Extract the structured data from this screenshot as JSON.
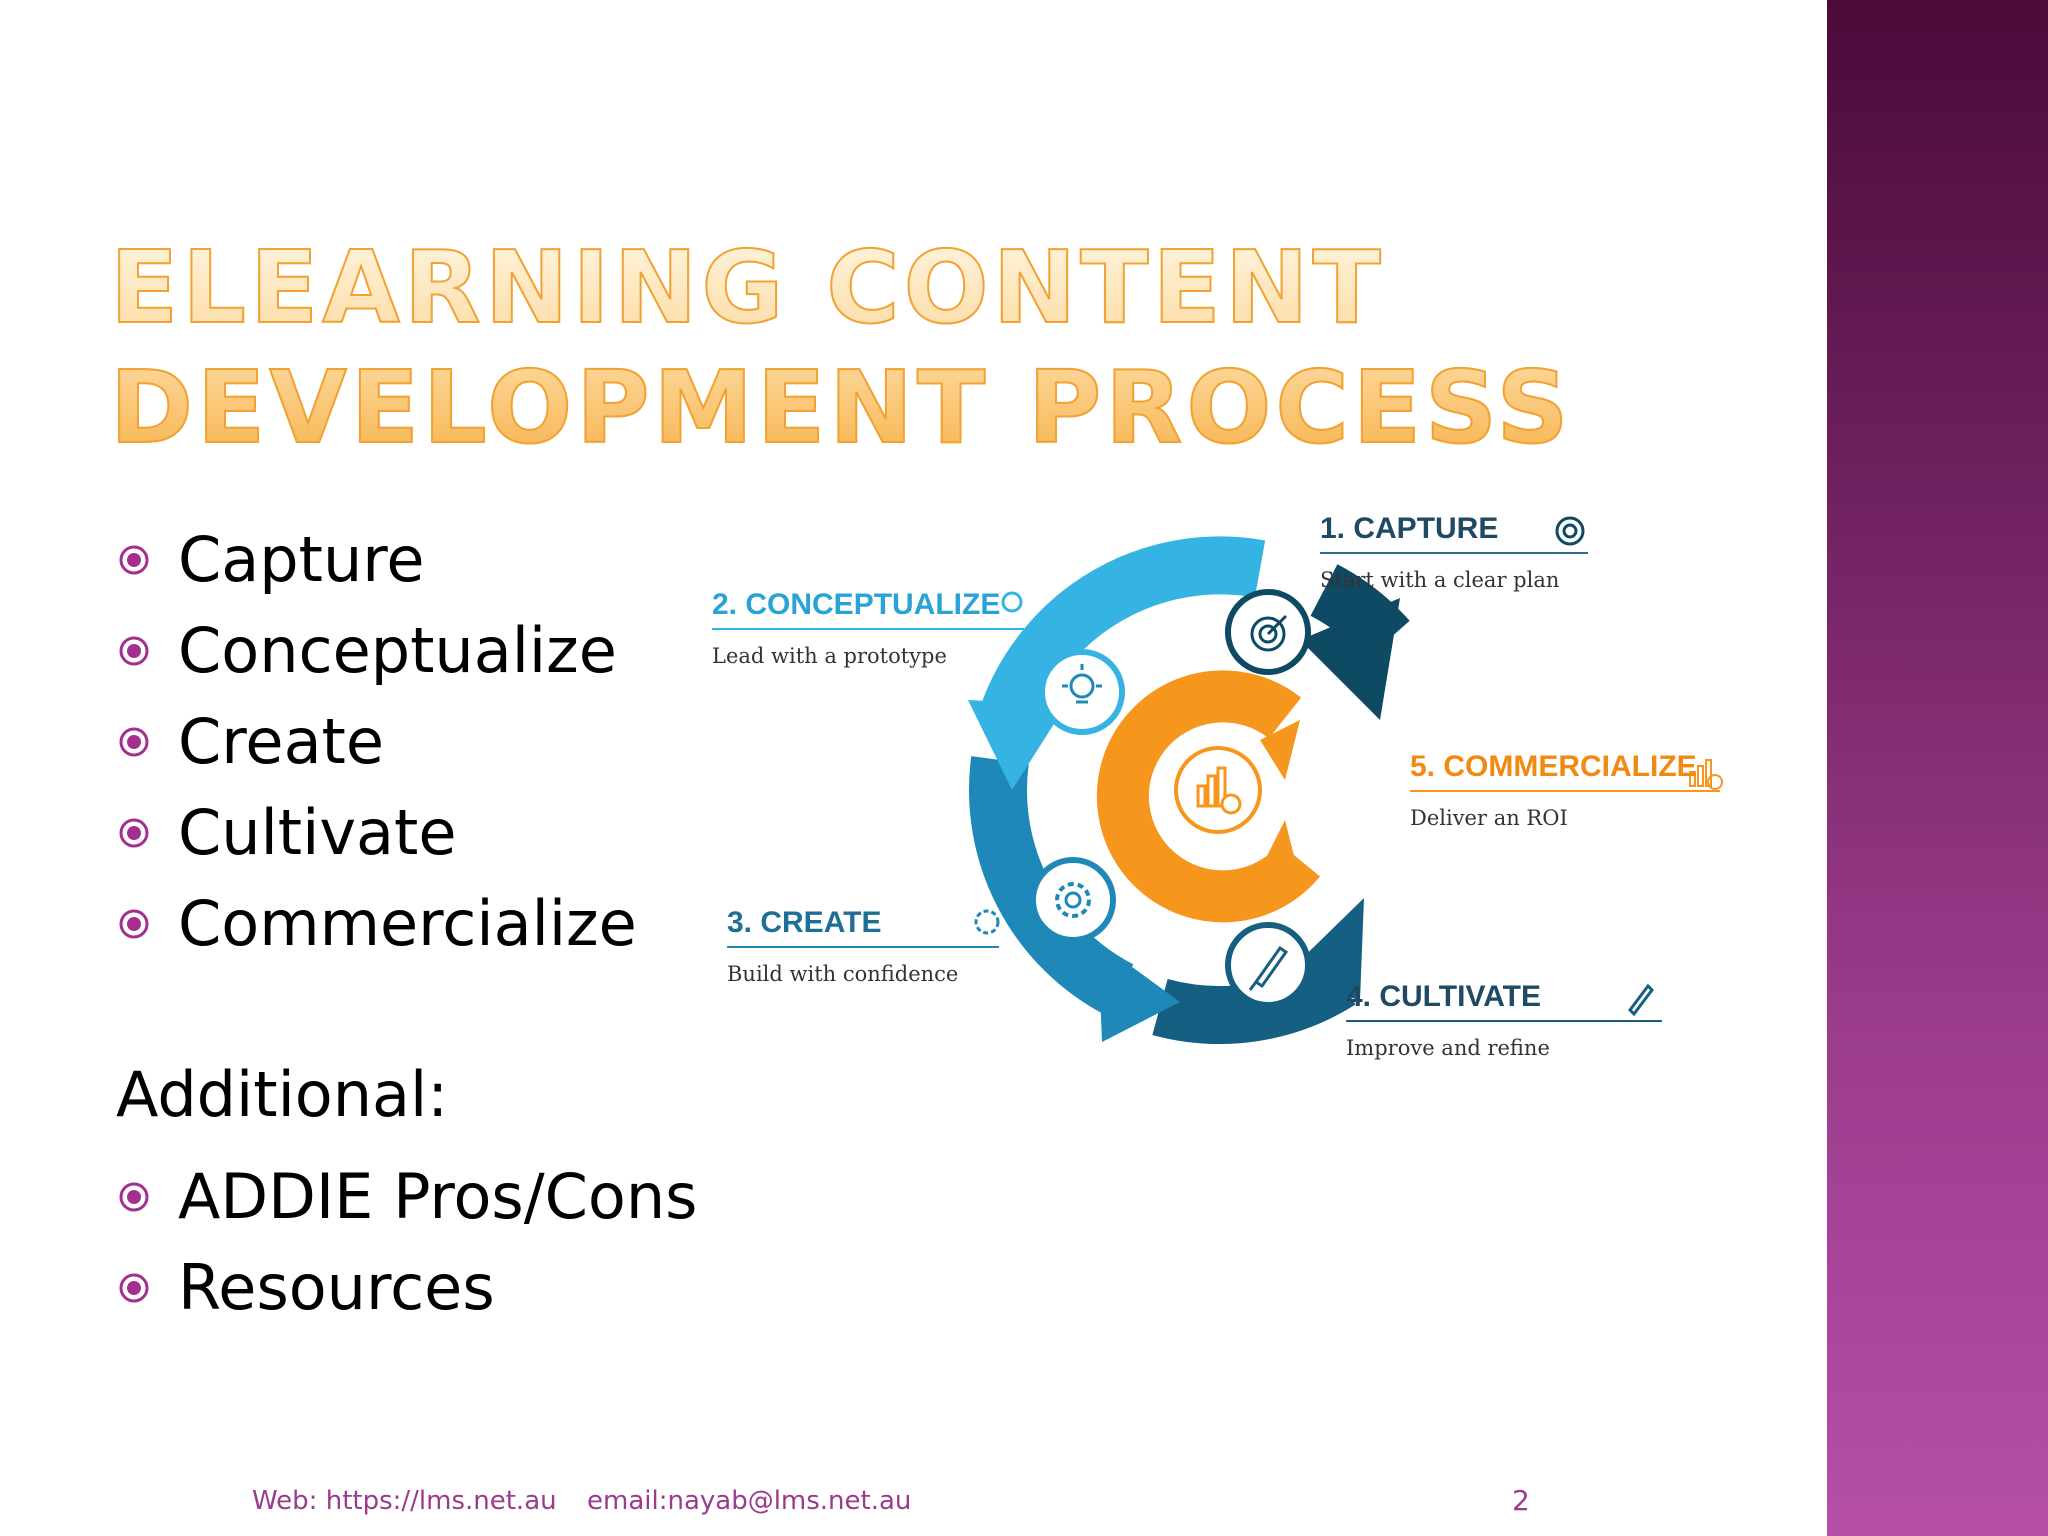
{
  "slide": {
    "title_line1": "ELEARNING CONTENT",
    "title_line2": "DEVELOPMENT PROCESS",
    "bullets": [
      "Capture",
      "Conceptualize",
      "Create",
      "Cultivate",
      "Commercialize"
    ],
    "additional_label": "Additional:",
    "additional_bullets": [
      "ADDIE Pros/Cons",
      "Resources"
    ],
    "page_number": "2"
  },
  "diagram": {
    "stages": [
      {
        "title": "1. CAPTURE",
        "subtitle": "Start with a clear plan",
        "icon": "target-icon"
      },
      {
        "title": "2. CONCEPTUALIZE",
        "subtitle": "Lead with a prototype",
        "icon": "lightbulb-icon"
      },
      {
        "title": "3. CREATE",
        "subtitle": "Build with confidence",
        "icon": "gear-icon"
      },
      {
        "title": "4. CULTIVATE",
        "subtitle": "Improve and refine",
        "icon": "rocket-icon"
      },
      {
        "title": "5. COMMERCIALIZE",
        "subtitle": "Deliver an ROI",
        "icon": "chart-dollar-icon"
      }
    ],
    "colors": {
      "dark_teal": "#0e4a63",
      "mid_blue": "#1e88b8",
      "light_blue": "#35b3e3",
      "orange": "#f7961d",
      "stage_text": "#1f4a63"
    }
  },
  "footer": {
    "web": "Web: https://lms.net.au",
    "email": "email:nayab@lms.net.au"
  },
  "theme": {
    "bullet_color": "#a3308f",
    "sidebar_color": "#7d2a6e"
  }
}
